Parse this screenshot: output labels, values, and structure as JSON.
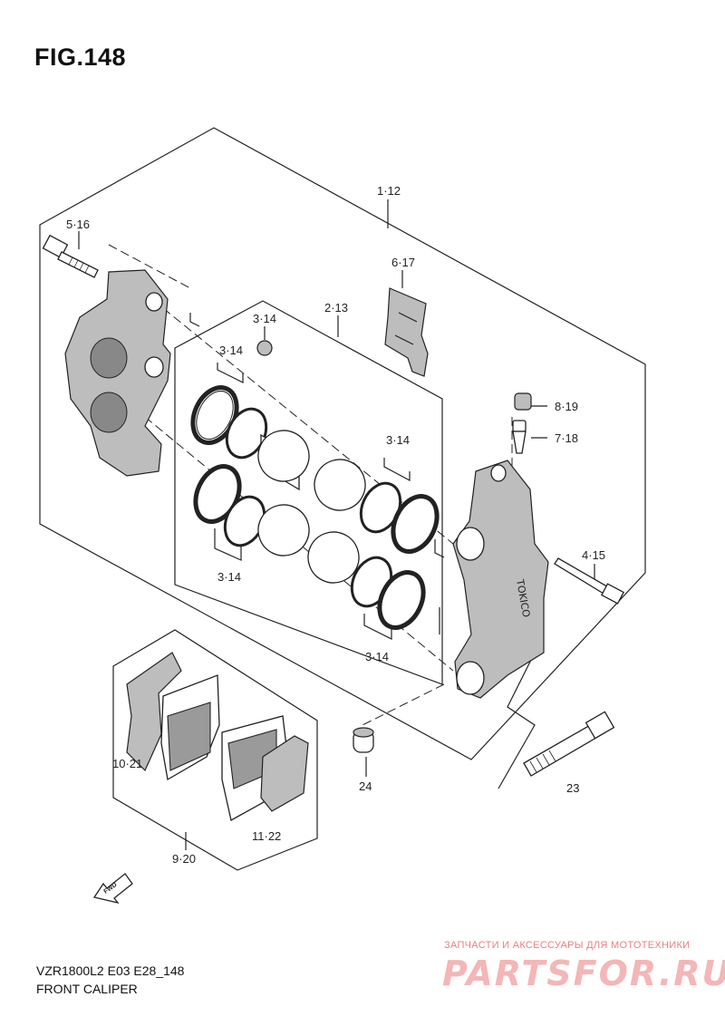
{
  "figure": {
    "title": "FIG.148"
  },
  "labels": {
    "l_1_12": "1·12",
    "l_5_16": "5·16",
    "l_6_17": "6·17",
    "l_2_13": "2·13",
    "l_3_14_a": "3·14",
    "l_3_14_b": "3·14",
    "l_3_14_c": "3·14",
    "l_3_14_d": "3·14",
    "l_3_14_e": "3·14",
    "l_8_19": "8·19",
    "l_7_18": "7·18",
    "l_4_15": "4·15",
    "l_10_21": "10·21",
    "l_11_22": "11·22",
    "l_9_20": "9·20",
    "l_24": "24",
    "l_23": "23"
  },
  "fwd": "FWD",
  "footer": {
    "model": "VZR1800L2 E03 E28_148",
    "name": "FRONT CALIPER"
  },
  "watermark": {
    "small": "ЗАПЧАСТИ И АКСЕССУАРЫ ДЛЯ МОТОТЕХНИКИ",
    "big": "PARTSFOR.RU"
  }
}
